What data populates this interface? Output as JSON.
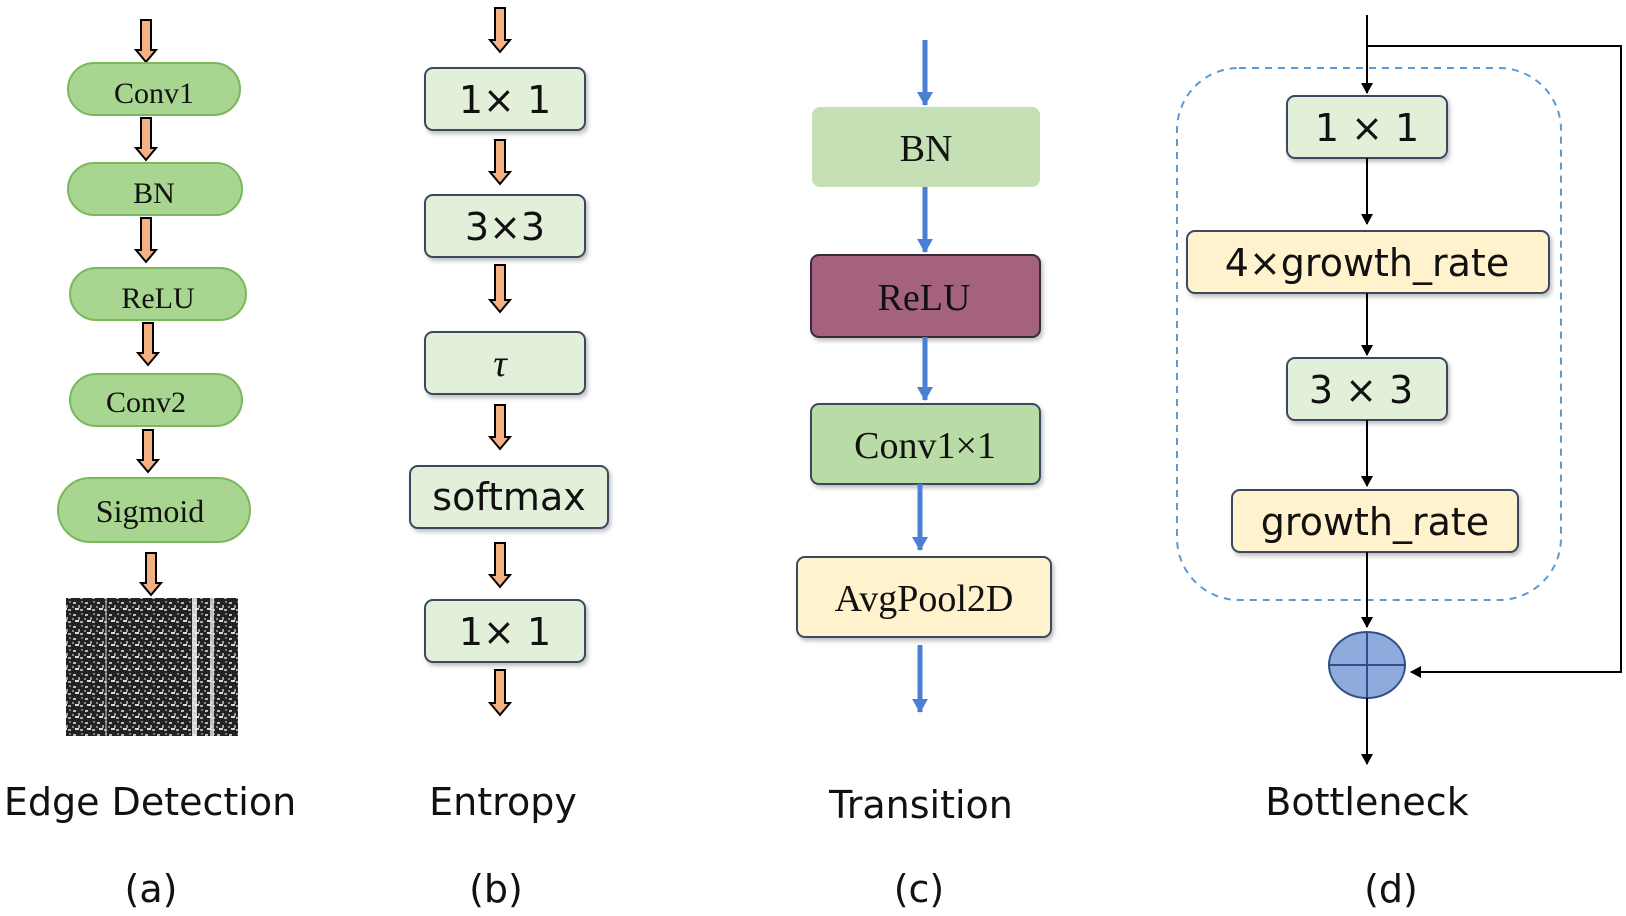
{
  "panels": [
    {
      "id": "a",
      "caption": "Edge Detection",
      "letter": "(a)",
      "blocks": [
        "Conv1",
        "BN",
        "ReLU",
        "Conv2",
        "Sigmoid"
      ]
    },
    {
      "id": "b",
      "caption": "Entropy",
      "letter": "(b)",
      "blocks": [
        "1× 1",
        "3×3",
        "τ",
        "softmax",
        "1× 1"
      ]
    },
    {
      "id": "c",
      "caption": "Transition",
      "letter": "(c)",
      "blocks": [
        "BN",
        "ReLU",
        "Conv1×1",
        "AvgPool2D"
      ]
    },
    {
      "id": "d",
      "caption": "Bottleneck",
      "letter": "(d)",
      "blocks": [
        "1 × 1",
        "4×growth_rate",
        "3 × 3",
        "growth_rate"
      ]
    }
  ],
  "colors": {
    "green_pill": "#a8d58f",
    "green_pill_stroke": "#7ab85e",
    "light_green": "#e2f0d9",
    "box_stroke": "#3a4a5e",
    "bn_green": "#c5e0b4",
    "relu_purple": "#a5627e",
    "conv_green": "#b9dca6",
    "pale_yellow": "#fff2cc",
    "orange_arrow": "#f4b183",
    "blue_arrow": "#4a7fd4",
    "adder_fill": "#8faadc",
    "dashed_border": "#5b9bd5"
  },
  "icons": [
    "hollow-down-arrow-icon",
    "blue-down-arrow-icon",
    "black-arrow-icon",
    "circled-plus-icon"
  ]
}
